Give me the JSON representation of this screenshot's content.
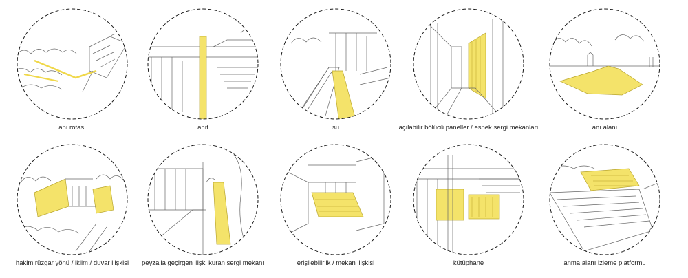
{
  "colors": {
    "accent": "#f4e36a",
    "stroke": "#555555",
    "circle": "#1a1a1a"
  },
  "panels": [
    {
      "label": "anı rotası"
    },
    {
      "label": "anıt"
    },
    {
      "label": "su"
    },
    {
      "label": "açılabilir bölücü paneller / esnek sergi mekanları"
    },
    {
      "label": "anı alanı"
    },
    {
      "label": "hakim rüzgar yönü / iklim / duvar ilişkisi"
    },
    {
      "label": "peyzajla geçirgen ilişki kuran sergi mekanı"
    },
    {
      "label": "erişilebilirlik / mekan ilişkisi"
    },
    {
      "label": "kütüphane"
    },
    {
      "label": "anma alanı izleme platformu"
    }
  ]
}
